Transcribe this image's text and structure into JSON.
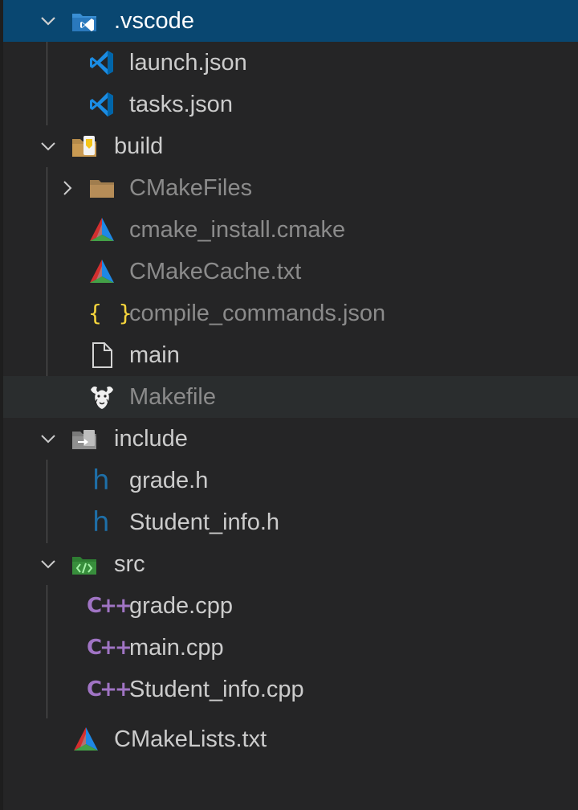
{
  "tree": {
    "vscode_folder": {
      "label": ".vscode",
      "icon": "vscode-folder-icon",
      "expanded": true,
      "selected": true
    },
    "launch_json": {
      "label": "launch.json",
      "icon": "vscode-icon"
    },
    "tasks_json": {
      "label": "tasks.json",
      "icon": "vscode-icon"
    },
    "build_folder": {
      "label": "build",
      "icon": "build-folder-icon",
      "expanded": true
    },
    "cmakefiles_folder": {
      "label": "CMakeFiles",
      "icon": "folder-icon",
      "expanded": false
    },
    "cmake_install": {
      "label": "cmake_install.cmake",
      "icon": "cmake-icon"
    },
    "cmake_cache": {
      "label": "CMakeCache.txt",
      "icon": "cmake-icon"
    },
    "compile_commands": {
      "label": "compile_commands.json",
      "icon": "json-braces-icon",
      "icon_text": "{ }"
    },
    "main_binary": {
      "label": "main",
      "icon": "file-icon"
    },
    "makefile": {
      "label": "Makefile",
      "icon": "gnu-icon",
      "hovered": true
    },
    "include_folder": {
      "label": "include",
      "icon": "include-folder-icon",
      "expanded": true
    },
    "grade_h": {
      "label": "grade.h",
      "icon": "header-icon",
      "icon_text": "h"
    },
    "student_info_h": {
      "label": "Student_info.h",
      "icon": "header-icon",
      "icon_text": "h"
    },
    "src_folder": {
      "label": "src",
      "icon": "src-folder-icon",
      "expanded": true
    },
    "grade_cpp": {
      "label": "grade.cpp",
      "icon": "cpp-icon",
      "icon_text": "C++"
    },
    "main_cpp": {
      "label": "main.cpp",
      "icon": "cpp-icon",
      "icon_text": "C++"
    },
    "student_info_cpp": {
      "label": "Student_info.cpp",
      "icon": "cpp-icon",
      "icon_text": "C++"
    },
    "cmakelists": {
      "label": "CMakeLists.txt",
      "icon": "cmake-icon"
    }
  },
  "colors": {
    "background": "#252526",
    "selection": "#094771",
    "hover": "#2a2d2e",
    "text": "#cccccc",
    "text_ignored": "#8b8b8b",
    "vscode_blue": "#0078d4",
    "cpp_purple": "#a074c4",
    "header_blue": "#1e6fa8",
    "json_yellow": "#f5d43c",
    "src_green": "#4caf50"
  }
}
